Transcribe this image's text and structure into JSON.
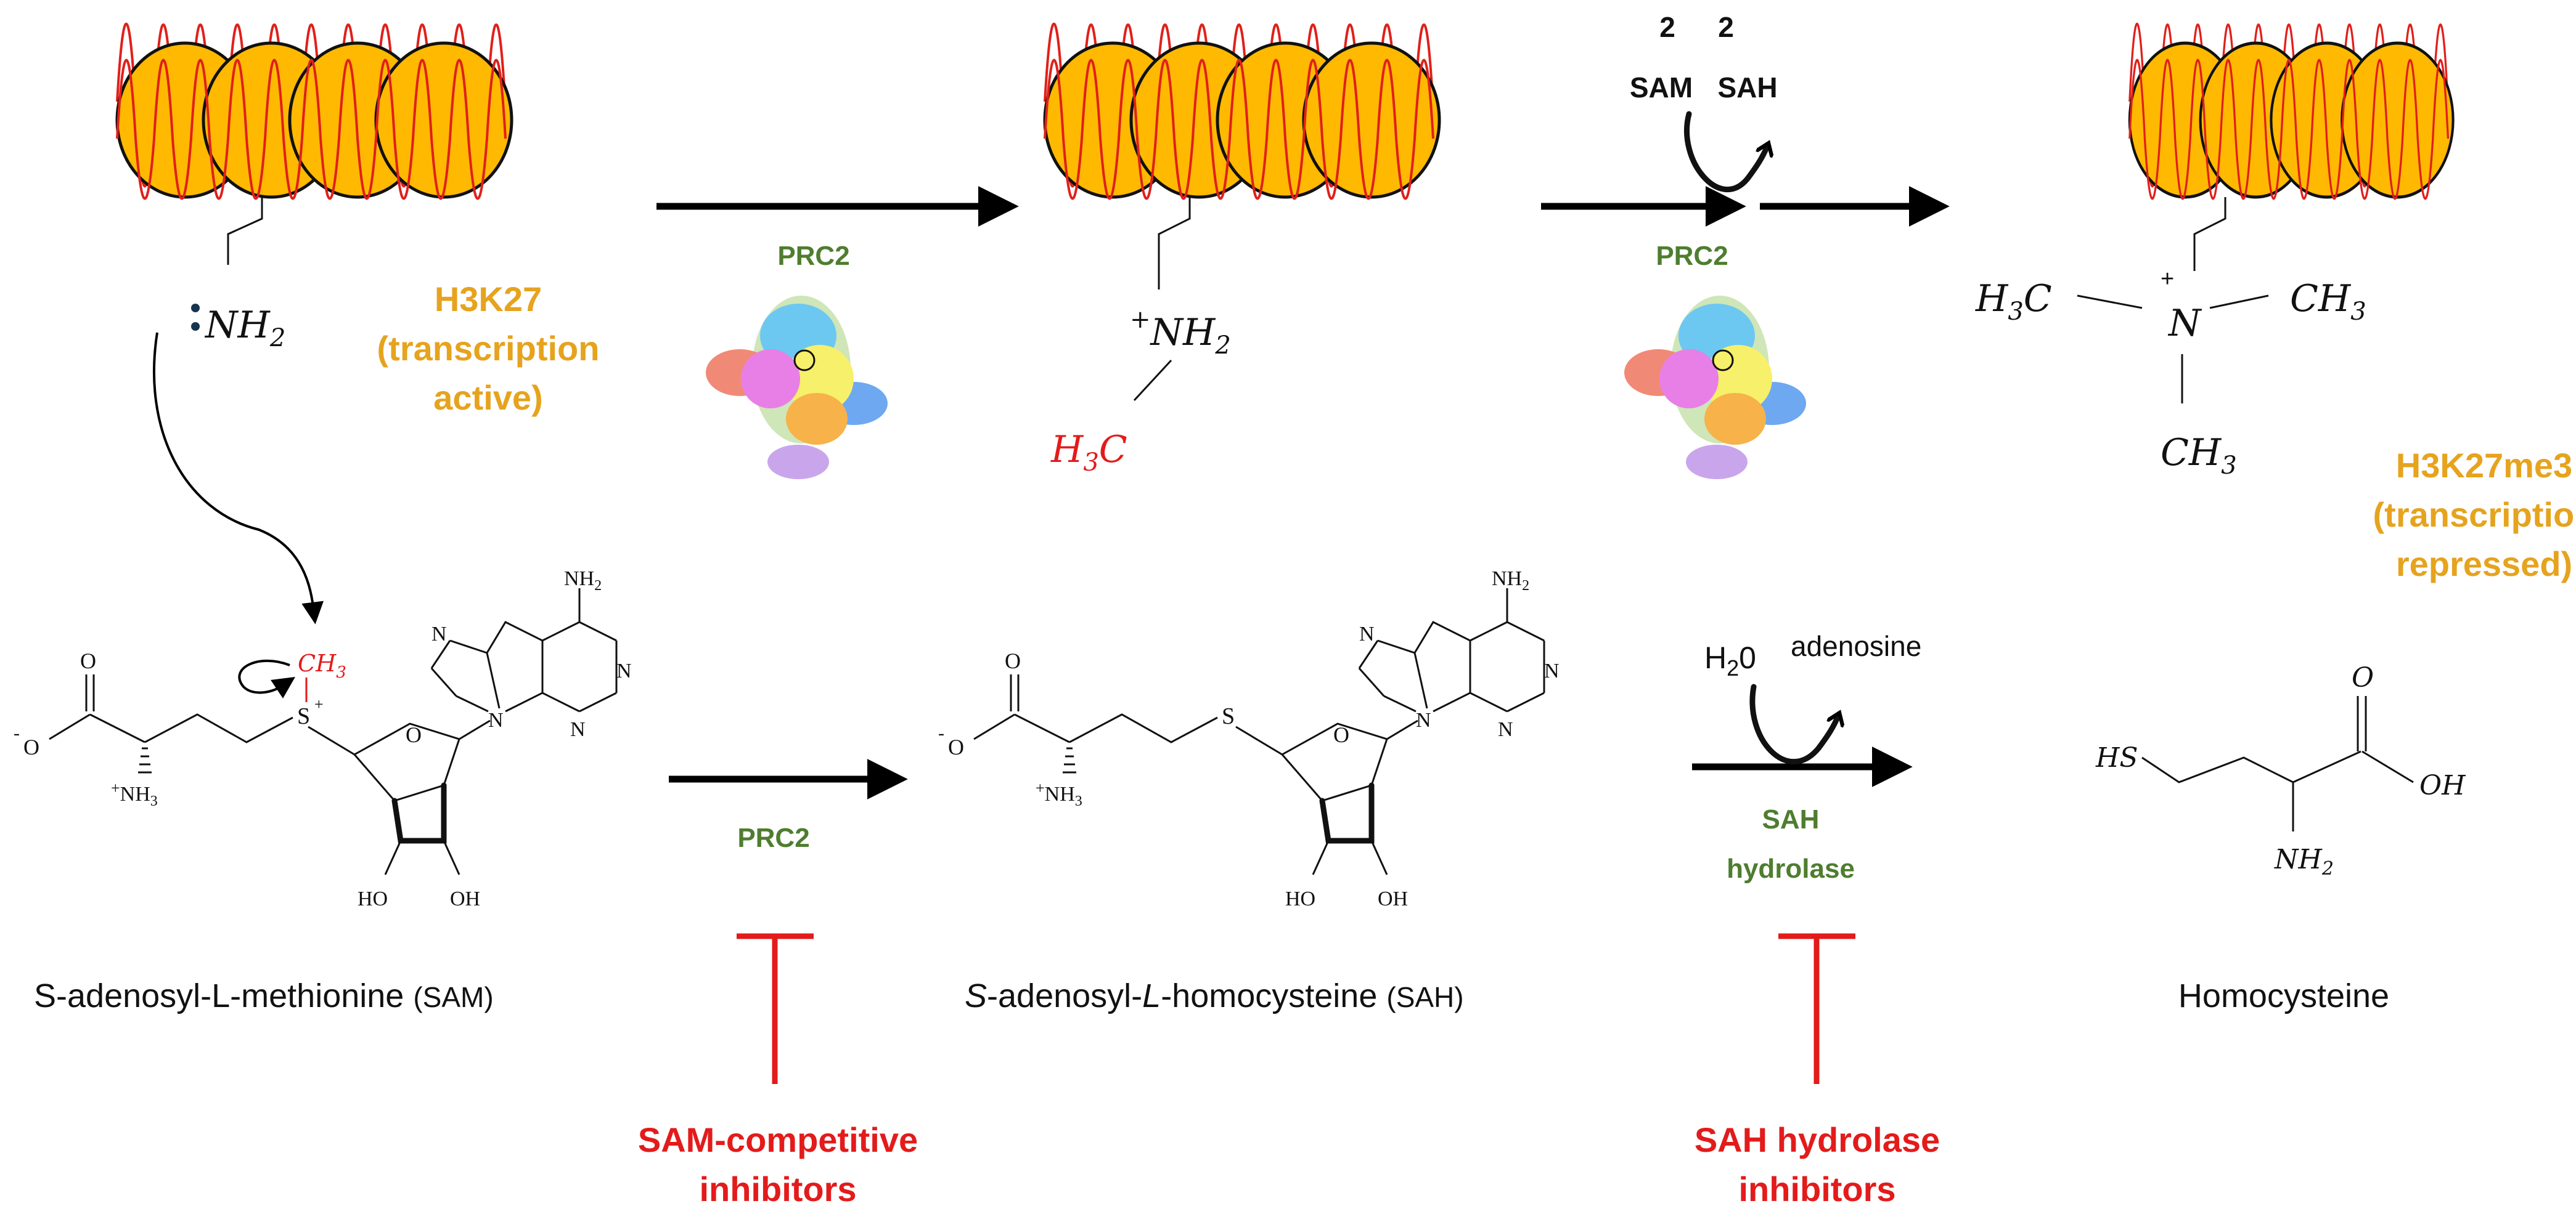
{
  "labels": {
    "h3k27": [
      "H3K27",
      "(transcription",
      "active)"
    ],
    "h3k27me3": [
      "H3K27me3",
      "(transcription",
      "repressed)"
    ],
    "prc2_top1": "PRC2",
    "prc2_top2": "PRC2",
    "prc2_bottom": "PRC2",
    "sam_count": "2",
    "sah_count": "2",
    "sam_short": "SAM",
    "sah_short": "SAH",
    "h2o": "H",
    "h2o_sub": "2",
    "h2o_tail": "0",
    "adenosine": "adenosine",
    "sah_hydrolase": [
      "SAH",
      "hydrolase"
    ],
    "sam_inhibitors": [
      "SAM-competitive",
      "inhibitors"
    ],
    "sah_inhibitors": [
      "SAH hydrolase",
      "inhibitors"
    ]
  },
  "chem": {
    "nh2_free": "NH",
    "nh2_free_sub": "2",
    "nh2_mono": "NH",
    "nh2_mono_sub": "2",
    "plus": "+",
    "h3c_mono": "H",
    "h3c_mono_sub": "3",
    "h3c_mono_tail": "C",
    "h3c_tri": "H",
    "h3c_tri_sub": "3",
    "h3c_tri_tail": "C",
    "n_tri": "N",
    "ch3_right": "CH",
    "ch3_right_sub": "3",
    "ch3_bottom": "CH",
    "ch3_bottom_sub": "3",
    "ch3_sam": "CH",
    "ch3_sam_sub": "3",
    "s_plus": "S",
    "s_plain": "S",
    "o": "O",
    "o_minus": "O",
    "minus": "-",
    "nh3": "NH",
    "nh3_sub": "3",
    "nh2_adenine": "NH",
    "nh2_adenine_sub": "2",
    "n": "N",
    "o_ring": "O",
    "ho": "HO",
    "oh": "OH",
    "hs": "HS",
    "hcy_o": "O",
    "hcy_oh": "OH",
    "hcy_nh2": "NH",
    "hcy_nh2_sub": "2"
  },
  "names": {
    "sam": "S-adenosyl-L-methionine ",
    "sam_abbr": "(SAM)",
    "sah_s": "S",
    "sah_mid": "-adenosyl-",
    "sah_l": "L",
    "sah_end": "-homocysteine ",
    "sah_abbr": "(SAH)",
    "homocysteine": "Homocysteine"
  },
  "colors": {
    "nucleosome": "#FFB900",
    "dna": "#E0201B",
    "h3k27_label": "#E6A31E",
    "enzyme": "#4E7D2F",
    "inhibitor": "#E31B1B"
  }
}
